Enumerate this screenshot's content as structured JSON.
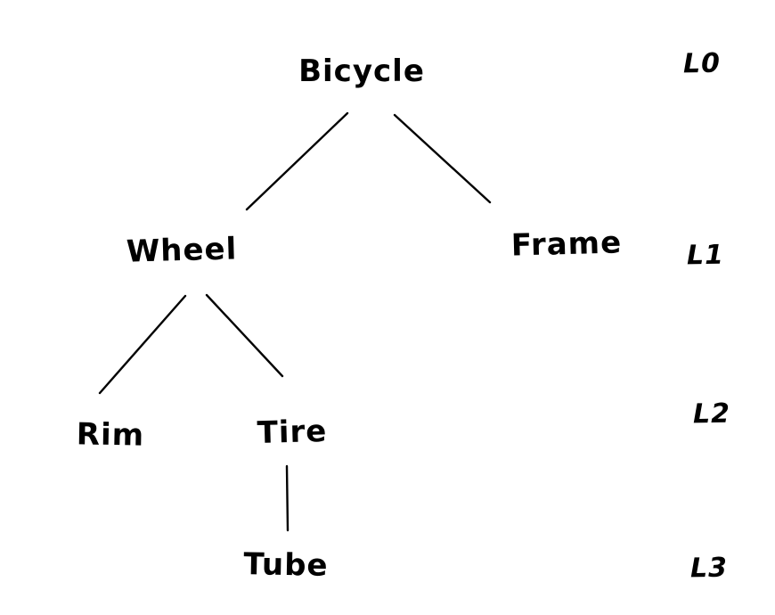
{
  "diagram": {
    "type": "tree",
    "style": "hand-drawn",
    "colors": {
      "ink": "#000000",
      "background": "#ffffff"
    },
    "nodes": [
      {
        "id": "bicycle",
        "label": "Bicycle",
        "level": 0
      },
      {
        "id": "wheel",
        "label": "Wheel",
        "level": 1
      },
      {
        "id": "frame",
        "label": "Frame",
        "level": 1
      },
      {
        "id": "rim",
        "label": "Rim",
        "level": 2
      },
      {
        "id": "tire",
        "label": "Tire",
        "level": 2
      },
      {
        "id": "tube",
        "label": "Tube",
        "level": 3
      }
    ],
    "edges": [
      {
        "from": "Bicycle",
        "to": "Wheel"
      },
      {
        "from": "Bicycle",
        "to": "Frame"
      },
      {
        "from": "Wheel",
        "to": "Rim"
      },
      {
        "from": "Wheel",
        "to": "Tire"
      },
      {
        "from": "Tire",
        "to": "Tube"
      }
    ],
    "level_labels": [
      {
        "label": "L0"
      },
      {
        "label": "L1"
      },
      {
        "label": "L2"
      },
      {
        "label": "L3"
      }
    ]
  }
}
